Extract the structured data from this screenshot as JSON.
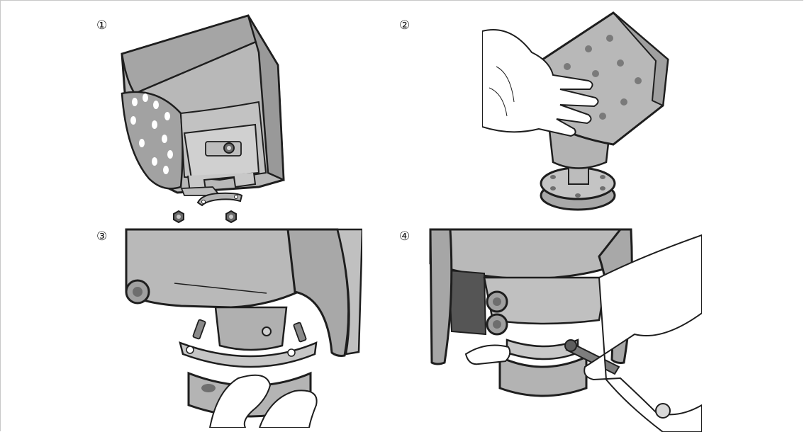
{
  "steps": [
    {
      "label": "①"
    },
    {
      "label": "②"
    },
    {
      "label": "③"
    },
    {
      "label": "④"
    }
  ],
  "colors": {
    "housing": "#b9b9b9",
    "housing_dark": "#8f8f8f",
    "housing_light": "#d2d2d2",
    "outline": "#1e1e1e",
    "glove": "#ffffff",
    "hole": "#ffffff",
    "frame": "#c8c8c8"
  },
  "icons": [
    "sunshade-icon",
    "hand-icon",
    "wrench-icon",
    "nut-icon",
    "clamp-icon",
    "flange-icon"
  ]
}
